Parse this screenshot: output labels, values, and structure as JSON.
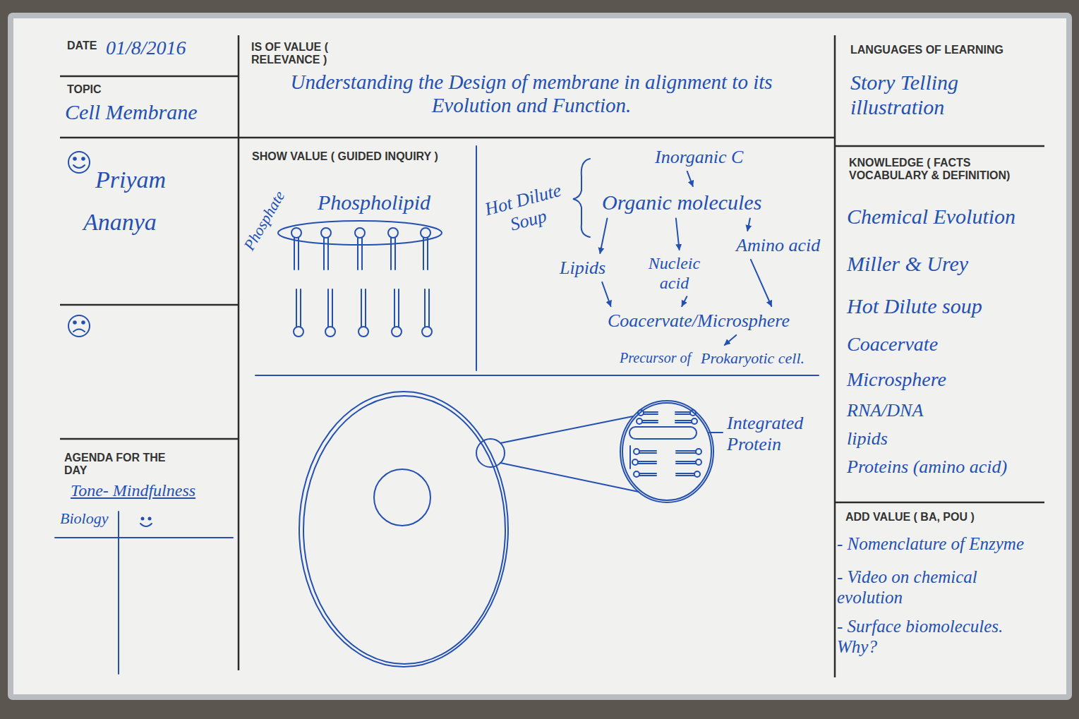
{
  "diagram": {
    "nodes": [
      {
        "text": [
          "DATE",
          "01/8/2016"
        ]
      },
      {
        "text": [
          "IS OF VALUE ( RELEVANCE )",
          "Understanding the Design of membrane in alignment to its Evolution and Function."
        ]
      },
      {
        "text": [
          "LANGUAGES OF LEARNING",
          "Story Telling illustration"
        ]
      },
      {
        "text": [
          "TOPIC",
          "Cell Membrane"
        ]
      },
      {
        "text": [
          "Priyam",
          "Ananya"
        ]
      },
      {
        "text": [
          "SHOW VALUE ( GUIDED INQUIRY )"
        ]
      },
      {
        "text": [
          "Inorganic C"
        ],
        "in": 5
      },
      {
        "text": [
          "Organic molecules"
        ],
        "in": 5
      },
      {
        "text": [
          "Lipids"
        ],
        "in": 5
      },
      {
        "text": [
          "Nucleic acid"
        ],
        "in": 5
      },
      {
        "text": [
          "Amino acid"
        ],
        "in": 5
      },
      {
        "text": [
          "Coacervate/Microsphere"
        ],
        "in": 5
      },
      {
        "text": [
          "Prokaryotic cell."
        ],
        "in": 5
      },
      {
        "text": [
          "KNOWLEDGE ( FACTS VOCABULARY & DEFINITION)",
          "Chemical Evolution",
          "Miller & Urey",
          "Hot Dilute soup",
          "Coacervate",
          "Microsphere",
          "RNA/DNA",
          "lipids",
          "Proteins (amino acid)"
        ]
      },
      {
        "text": [
          "AGENDA FOR THE DAY",
          "Tone- Mindfulness",
          "Biology"
        ]
      },
      {
        "text": [
          "ADD VALUE ( BA, POU )",
          "- Nomenclature of Enzyme",
          "- Video on chemical evolution",
          "- Surface biomolecules. Why?"
        ]
      }
    ],
    "edges": [
      {
        "from": 6,
        "to": 7,
        "arrow": "to"
      },
      {
        "from": 7,
        "to": 8,
        "arrow": "to"
      },
      {
        "from": 7,
        "to": 9,
        "arrow": "to"
      },
      {
        "from": 7,
        "to": 10,
        "arrow": "to"
      },
      {
        "from": 8,
        "to": 11,
        "arrow": "to"
      },
      {
        "from": 9,
        "to": 11,
        "arrow": "to"
      },
      {
        "from": 10,
        "to": 11,
        "arrow": "to"
      },
      {
        "from": 11,
        "to": 12,
        "label": "Precursor of",
        "arrow": "to"
      }
    ],
    "labels": [
      "Phosphate",
      "Phospholipid",
      "Hot Dilute Soup",
      "Integrated Protein"
    ]
  }
}
